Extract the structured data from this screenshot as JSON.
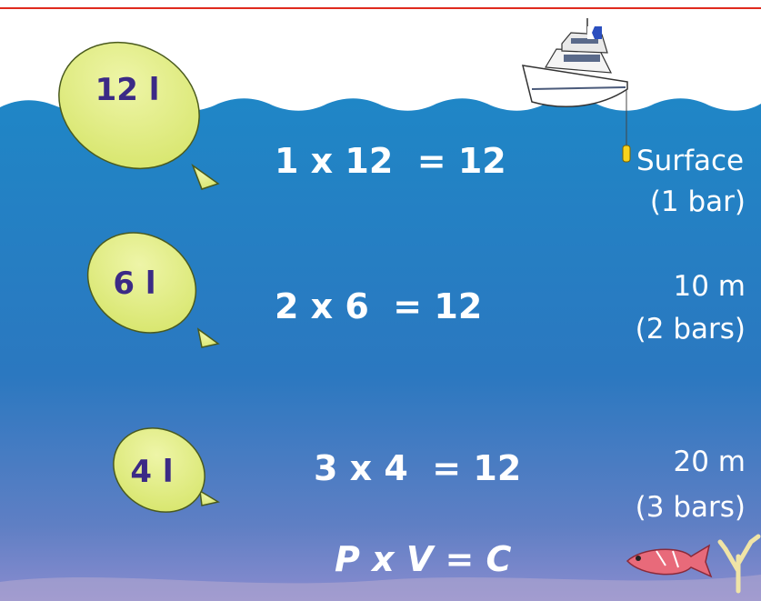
{
  "colors": {
    "top_rule": "#e02a1e",
    "water_top": "#1f86c6",
    "water_mid": "#2b78c0",
    "water_bottom": "#8a8ccf",
    "balloon_fill": "#e6f08a",
    "balloon_outline": "#4a5a1e",
    "label_text": "#3b2a86",
    "equation_text": "#ffffff"
  },
  "balloons": [
    {
      "volume_label": "12 l"
    },
    {
      "volume_label": "6 l"
    },
    {
      "volume_label": "4 l"
    }
  ],
  "equations": [
    {
      "text": "1 x 12  = 12"
    },
    {
      "text": "2 x 6  = 12"
    },
    {
      "text": "3 x 4  = 12"
    }
  ],
  "depths": [
    {
      "line1": "Surface",
      "line2": "(1 bar)"
    },
    {
      "line1": "10 m",
      "line2": "(2 bars)"
    },
    {
      "line1": "20 m",
      "line2": "(3 bars)"
    }
  ],
  "formula": "P x V = C",
  "icons": {
    "boat": "boat-icon",
    "dive_flag": "dive-flag-icon",
    "buoy": "buoy-icon",
    "fish": "fish-icon",
    "coral": "coral-icon"
  }
}
